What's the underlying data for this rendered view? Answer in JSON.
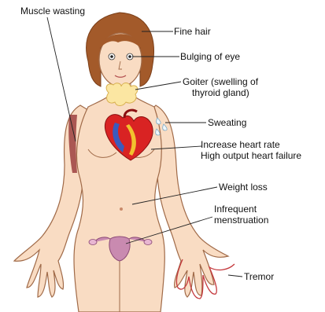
{
  "labels": {
    "muscle_wasting": "Muscle wasting",
    "fine_hair": "Fine hair",
    "bulging_eye": "Bulging of eye",
    "goiter_line1": "Goiter (swelling of",
    "goiter_line2": "thyroid gland)",
    "sweating": "Sweating",
    "heart_rate": "Increase heart rate",
    "heart_failure": "High output heart failure",
    "weight_loss": "Weight loss",
    "menstruation_line1": "Infrequent",
    "menstruation_line2": "menstruation",
    "tremor": "Tremor"
  },
  "colors": {
    "skin": "#f9dcc3",
    "outline": "#a06a48",
    "hair": "#a35a2a",
    "thyroid": "#fbe6a2",
    "heart_red": "#d92323",
    "heart_blue": "#3b5bbd",
    "muscle": "#9c4040",
    "uterus": "#c98ab0",
    "tremor_outline": "#c4393d"
  }
}
